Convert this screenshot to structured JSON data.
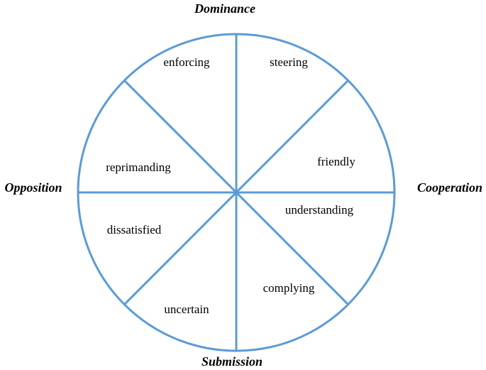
{
  "colors": {
    "wheel_stroke": "#5b9bd5",
    "text": "#000000"
  },
  "axes": {
    "top": "Dominance",
    "bottom": "Submission",
    "left": "Opposition",
    "right": "Cooperation"
  },
  "sectors": {
    "enforcing": "enforcing",
    "steering": "steering",
    "friendly": "friendly",
    "understanding": "understanding",
    "complying": "complying",
    "uncertain": "uncertain",
    "dissatisfied": "dissatisfied",
    "reprimanding": "reprimanding"
  }
}
